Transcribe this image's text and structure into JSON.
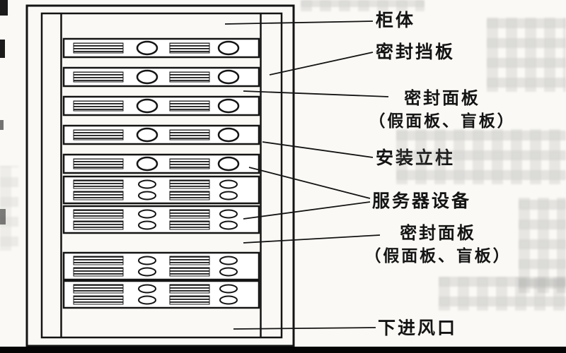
{
  "figure": {
    "type": "server-rack-cabinet-diagram",
    "callouts": [
      {
        "id": "cabinet",
        "text": "柜体"
      },
      {
        "id": "sealing-baffle",
        "text": "密封挡板"
      },
      {
        "id": "sealing-panel-top",
        "line1": "密封面板",
        "line2": "（假面板、盲板）"
      },
      {
        "id": "mounting-post",
        "text": "安装立柱"
      },
      {
        "id": "server-equipment",
        "text": "服务器设备"
      },
      {
        "id": "sealing-panel-bottom",
        "line1": "密封面板",
        "line2": "（假面板、盲板）"
      },
      {
        "id": "bottom-air-inlet",
        "text": "下进风口"
      }
    ],
    "rack": {
      "server_units_1u": 5,
      "server_units_2u": 4
    },
    "ink_color": "#141414",
    "paper_color": "#faf9f5"
  }
}
